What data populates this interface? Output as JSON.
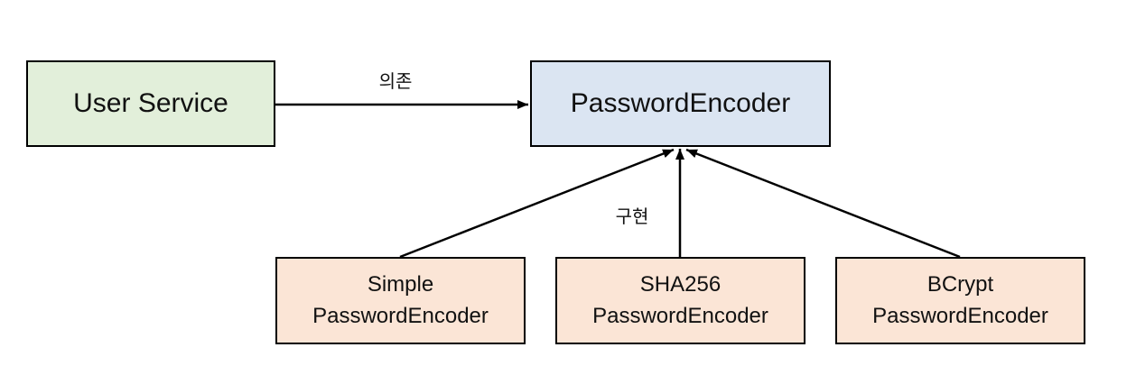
{
  "diagram": {
    "title": "PasswordEncoder dependency diagram",
    "nodes": {
      "user_service": {
        "label": "User Service",
        "fill": "#e2efda"
      },
      "password_encoder": {
        "label": "PasswordEncoder",
        "fill": "#dbe5f2"
      },
      "simple_password_encoder": {
        "line1": "Simple",
        "line2": "PasswordEncoder",
        "fill": "#fbe5d6"
      },
      "sha256_password_encoder": {
        "line1": "SHA256",
        "line2": "PasswordEncoder",
        "fill": "#fbe5d6"
      },
      "bcrypt_password_encoder": {
        "line1": "BCrypt",
        "line2": "PasswordEncoder",
        "fill": "#fbe5d6"
      }
    },
    "edges": {
      "dependency_label": "의존",
      "implementation_label": "구현"
    },
    "colors": {
      "border": "#000000",
      "arrow": "#000000",
      "background": "#ffffff"
    }
  }
}
